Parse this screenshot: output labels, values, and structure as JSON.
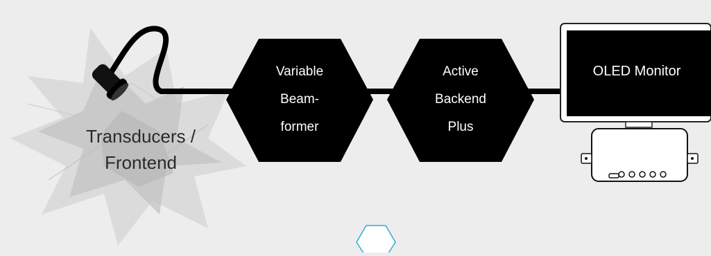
{
  "nodes": {
    "frontend": {
      "lines": [
        "Transducers /",
        "Frontend"
      ]
    },
    "beamformer": {
      "lines": [
        "Variable",
        "Beam-",
        "former"
      ]
    },
    "backend": {
      "lines": [
        "Active",
        "Backend",
        "Plus"
      ]
    },
    "monitor": {
      "label": "OLED Monitor"
    }
  },
  "colors": {
    "background": "#ededed",
    "node_fill": "#000000",
    "node_text": "#ffffff",
    "accent_outline": "#2ab0d8"
  }
}
